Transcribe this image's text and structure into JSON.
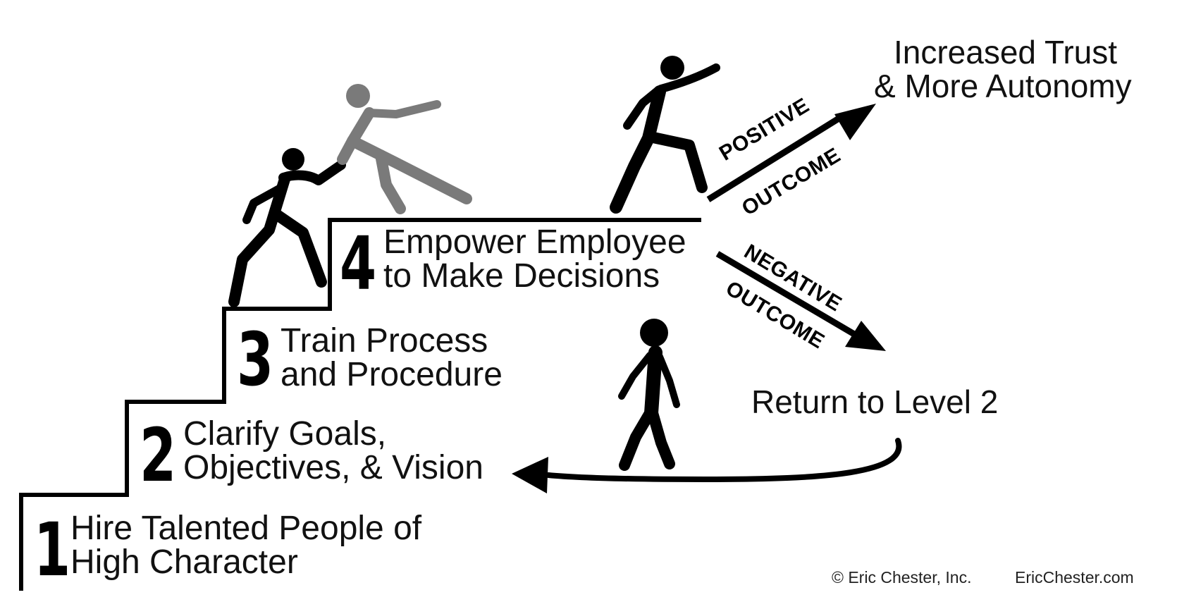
{
  "steps": [
    {
      "number": "1",
      "line1": "Hire Talented People of",
      "line2": "High Character"
    },
    {
      "number": "2",
      "line1": "Clarify Goals,",
      "line2": "Objectives, & Vision"
    },
    {
      "number": "3",
      "line1": "Train Process",
      "line2": "and Procedure"
    },
    {
      "number": "4",
      "line1": "Empower Employee",
      "line2": "to Make Decisions"
    }
  ],
  "outcomes": {
    "positive": {
      "label_line1": "POSITIVE",
      "label_line2": "OUTCOME",
      "result_line1": "Increased Trust",
      "result_line2": "& More Autonomy"
    },
    "negative": {
      "label_line1": "NEGATIVE",
      "label_line2": "OUTCOME",
      "result": "Return to Level 2"
    }
  },
  "footer": {
    "copyright": "© Eric Chester, Inc.",
    "website": "EricChester.com"
  },
  "icons": [
    "staircase-line",
    "climbing-person-icon",
    "helping-person-icon",
    "pointing-person-icon",
    "walking-person-icon",
    "positive-arrow-icon",
    "negative-arrow-icon",
    "return-arrow-icon"
  ],
  "colors": {
    "ink": "#000000",
    "helper_figure": "#7a7a7a",
    "background": "#ffffff"
  }
}
